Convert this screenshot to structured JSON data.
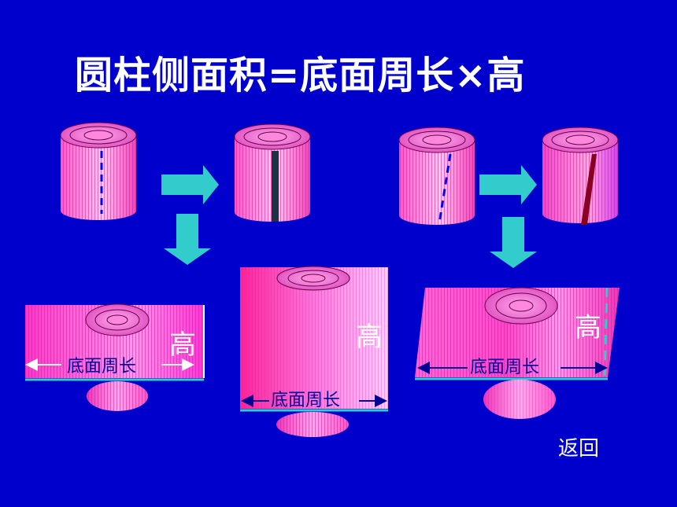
{
  "title": "圆柱侧面积=底面周长×高",
  "label_height": "高",
  "label_circumference": "底面周长",
  "back_link": "返回",
  "colors": {
    "background": "#0000cc",
    "arrow": "#33cccc",
    "stripe_light": "#ffccff",
    "stripe_dark": "#ff33cc",
    "label_dark": "#000099",
    "seam_dashes": "#0000ff",
    "slit": "#1a3344",
    "slit_red": "#880022"
  },
  "icons": [
    "cylinder-icon",
    "arrow-right-icon",
    "arrow-down-icon",
    "rectangle-net-icon",
    "parallelogram-net-icon",
    "circle-base-icon"
  ]
}
